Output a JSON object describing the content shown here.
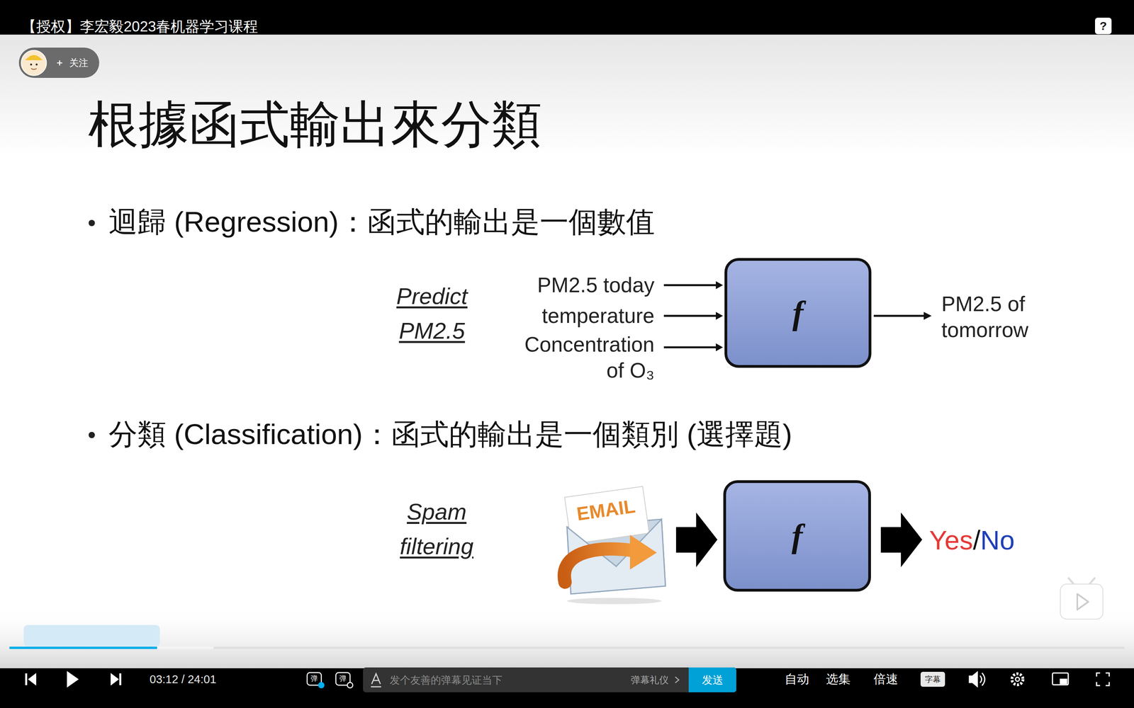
{
  "diagram": {
    "title": "根據函式輸出來分類",
    "nodes": [
      {
        "text": [
          "?"
        ]
      },
      {
        "text": [
          "关注"
        ]
      },
      {
        "text": [
          "f"
        ]
      },
      {
        "text": [
          "f"
        ]
      },
      {
        "text": [
          "发个友善的弹幕见证当下",
          "弹幕礼仪"
        ]
      },
      {
        "text": [
          "发送"
        ],
        "in": 4
      }
    ],
    "labels": [
      "【授权】李宏毅2023春机器学习课程",
      "迴歸 (Regression)：函式的輸出是一個數值",
      "Predict PM2.5",
      "PM2.5 today",
      "temperature",
      "Concentration of O₃",
      "PM2.5 of tomorrow",
      "分類 (Classification)：函式的輸出是一個類別 (選擇題)",
      "Spam filtering",
      "EMAIL",
      "Yes",
      "/",
      "No",
      "03:12 / 24:01",
      "弹",
      "弹",
      "自动",
      "选集",
      "倍速",
      "字幕"
    ]
  }
}
